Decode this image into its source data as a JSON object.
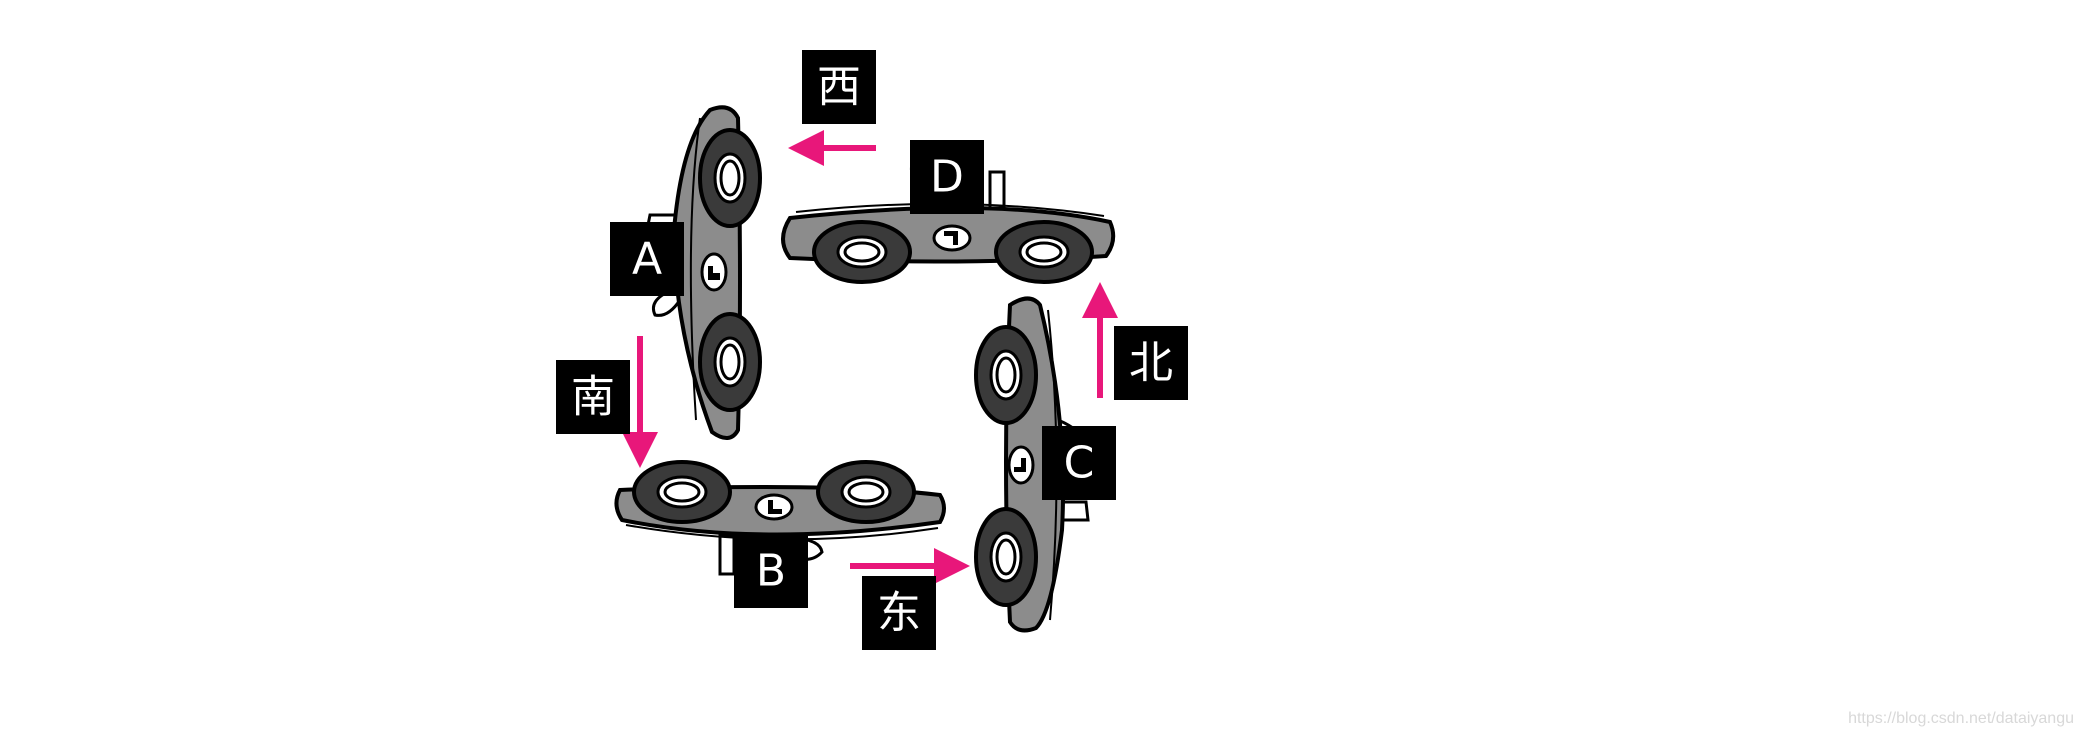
{
  "colors": {
    "body": "#8c8c8c",
    "wheel": "#3a3a3a",
    "hub": "#ffffff",
    "outline": "#000000",
    "arrow": "#e8177a",
    "label_bg": "#000000",
    "label_text": "#ffffff"
  },
  "cars": [
    {
      "id": "A",
      "label": "A",
      "orientation": "vertical"
    },
    {
      "id": "B",
      "label": "B",
      "orientation": "horizontal"
    },
    {
      "id": "C",
      "label": "C",
      "orientation": "vertical"
    },
    {
      "id": "D",
      "label": "D",
      "orientation": "horizontal"
    }
  ],
  "directions": {
    "west": "西",
    "south": "南",
    "east": "东",
    "north": "北"
  },
  "watermark": "https://blog.csdn.net/dataiyangu"
}
